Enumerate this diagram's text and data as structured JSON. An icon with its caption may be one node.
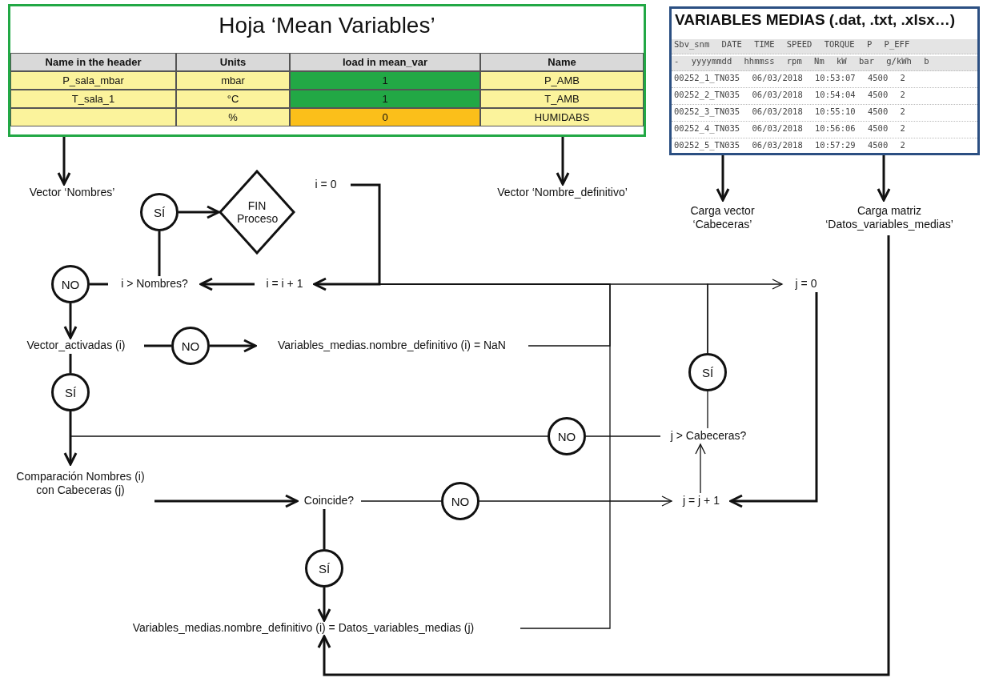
{
  "diagram": {
    "nodes": [
      {
        "text": [
          "Hoja ‘Mean Variables’"
        ]
      },
      {
        "text": [
          "VARIABLES MEDIAS (.dat, .txt, .xlsx…)"
        ]
      },
      {
        "text": [
          "Vector ‘Nombres’"
        ]
      },
      {
        "text": [
          "Vector ‘Nombre_definitivo’"
        ]
      },
      {
        "text": [
          "Carga vector ‘Cabeceras’"
        ]
      },
      {
        "text": [
          "Carga matriz ‘Datos_variables_medias’"
        ]
      },
      {
        "text": [
          "i = 0"
        ]
      },
      {
        "text": [
          "SÍ"
        ]
      },
      {
        "text": [
          "FIN Proceso"
        ]
      },
      {
        "text": [
          "NO"
        ]
      },
      {
        "text": [
          "i > Nombres?"
        ]
      },
      {
        "text": [
          "i = i + 1"
        ]
      },
      {
        "text": [
          "j = 0"
        ]
      },
      {
        "text": [
          "Vector_activadas (i)"
        ]
      },
      {
        "text": [
          "NO"
        ]
      },
      {
        "text": [
          "Variables_medias.nombre_definitivo (i) = NaN"
        ]
      },
      {
        "text": [
          "SÍ"
        ]
      },
      {
        "text": [
          "SÍ"
        ]
      },
      {
        "text": [
          "NO"
        ]
      },
      {
        "text": [
          "j > Cabeceras?"
        ]
      },
      {
        "text": [
          "Comparación Nombres (i) con Cabeceras (j)"
        ]
      },
      {
        "text": [
          "Coincide?"
        ]
      },
      {
        "text": [
          "NO"
        ]
      },
      {
        "text": [
          "j = j + 1"
        ]
      },
      {
        "text": [
          "SÍ"
        ]
      },
      {
        "text": [
          "Variables_medias.nombre_definitivo (i) = Datos_variables_medias (j)"
        ]
      }
    ],
    "edges": [
      {
        "from": 0,
        "to": 2,
        "arrow": "to"
      },
      {
        "from": 0,
        "to": 3,
        "arrow": "to"
      },
      {
        "from": 1,
        "to": 4,
        "arrow": "to"
      },
      {
        "from": 1,
        "to": 5,
        "arrow": "to"
      },
      {
        "from": 6,
        "to": 11,
        "arrow": "to"
      },
      {
        "from": 10,
        "to": 7,
        "arrow": "none"
      },
      {
        "from": 7,
        "to": 8,
        "arrow": "to"
      },
      {
        "from": 10,
        "to": 9,
        "arrow": "none"
      },
      {
        "from": 9,
        "to": 13,
        "arrow": "to"
      },
      {
        "from": 11,
        "to": 10,
        "arrow": "to"
      },
      {
        "from": 13,
        "to": 14,
        "arrow": "none"
      },
      {
        "from": 14,
        "to": 15,
        "arrow": "to"
      },
      {
        "from": 15,
        "to": 11,
        "arrow": "to"
      },
      {
        "from": 25,
        "to": 11,
        "arrow": "to"
      },
      {
        "from": 16,
        "to": 11,
        "arrow": "to"
      },
      {
        "from": 16,
        "to": 12,
        "arrow": "to"
      },
      {
        "from": 12,
        "to": 23,
        "arrow": "to"
      },
      {
        "from": 23,
        "to": 19,
        "arrow": "to"
      },
      {
        "from": 19,
        "to": 16,
        "arrow": "none"
      },
      {
        "from": 19,
        "to": 18,
        "arrow": "none"
      },
      {
        "from": 18,
        "to": 20,
        "arrow": "to"
      },
      {
        "from": 13,
        "to": 17,
        "arrow": "none"
      },
      {
        "from": 17,
        "to": 20,
        "arrow": "to"
      },
      {
        "from": 20,
        "to": 21,
        "arrow": "to"
      },
      {
        "from": 21,
        "to": 22,
        "arrow": "none"
      },
      {
        "from": 22,
        "to": 23,
        "arrow": "to"
      },
      {
        "from": 21,
        "to": 24,
        "arrow": "none"
      },
      {
        "from": 24,
        "to": 25,
        "arrow": "to"
      },
      {
        "from": 5,
        "to": 25,
        "arrow": "to"
      }
    ],
    "labels": [
      "Name in the header",
      "Units",
      "load in mean_var",
      "Name",
      "P_sala_mbar",
      "mbar",
      "1",
      "P_AMB",
      "T_sala_1",
      "°C",
      "1",
      "T_AMB",
      "%",
      "0",
      "HUMIDABS",
      "Sbv_snm DATE TIME SPEED TORQUE P P_EFF",
      "- yyyymmdd hhmmss rpm Nm kW bar g/kWh b",
      "00252_1_TN035 06/03/2018 10:53:07 4500 2",
      "00252_2_TN035 06/03/2018 10:54:04 4500 2",
      "00252_3_TN035 06/03/2018 10:55:10 4500 2",
      "00252_4_TN035 06/03/2018 10:56:06 4500 2",
      "00252_5_TN035 06/03/2018 10:57:29 4500 2"
    ]
  }
}
